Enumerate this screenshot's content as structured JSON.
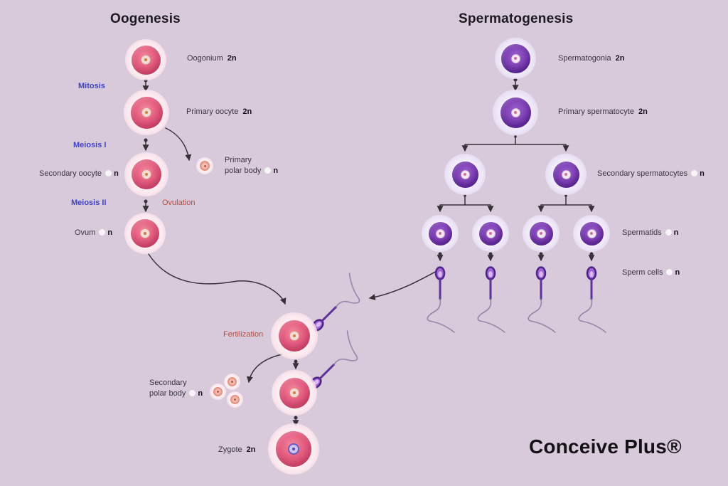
{
  "background_color": "#d8cada",
  "oogenesis": {
    "title": "Oogenesis",
    "side_labels": {
      "mitosis": "Mitosis",
      "meiosis1": "Meiosis I",
      "meiosis2": "Meiosis II"
    },
    "events": {
      "ovulation": "Ovulation",
      "fertilization": "Fertilization"
    },
    "stages": [
      {
        "label": "Oogonium",
        "ploidy": "2n"
      },
      {
        "label": "Primary oocyte",
        "ploidy": "2n"
      },
      {
        "label": "Secondary oocyte",
        "ploidy": "n"
      },
      {
        "label": "Ovum",
        "ploidy": "n"
      }
    ],
    "primary_polar_body": {
      "line1": "Primary",
      "line2": "polar body",
      "ploidy": "n"
    },
    "secondary_polar_body": {
      "line1": "Secondary",
      "line2": "polar body",
      "ploidy": "n"
    },
    "zygote": {
      "label": "Zygote",
      "ploidy": "2n"
    }
  },
  "spermatogenesis": {
    "title": "Spermatogenesis",
    "stages": [
      {
        "label": "Spermatogonia",
        "ploidy": "2n"
      },
      {
        "label": "Primary spermatocyte",
        "ploidy": "2n"
      },
      {
        "label": "Secondary spermatocytes",
        "ploidy": "n"
      },
      {
        "label": "Spermatids",
        "ploidy": "n"
      },
      {
        "label": "Sperm cells",
        "ploidy": "n"
      }
    ]
  },
  "brand": {
    "name": "Conceive Plus®"
  },
  "colors": {
    "background": "#d8cada",
    "oocyte_pink": "#d94f72",
    "sperm_purple": "#6a31a2",
    "phase_blue": "#4143c4",
    "event_red": "#bc4b3c",
    "arrow": "#383038",
    "text": "#3a3340"
  }
}
